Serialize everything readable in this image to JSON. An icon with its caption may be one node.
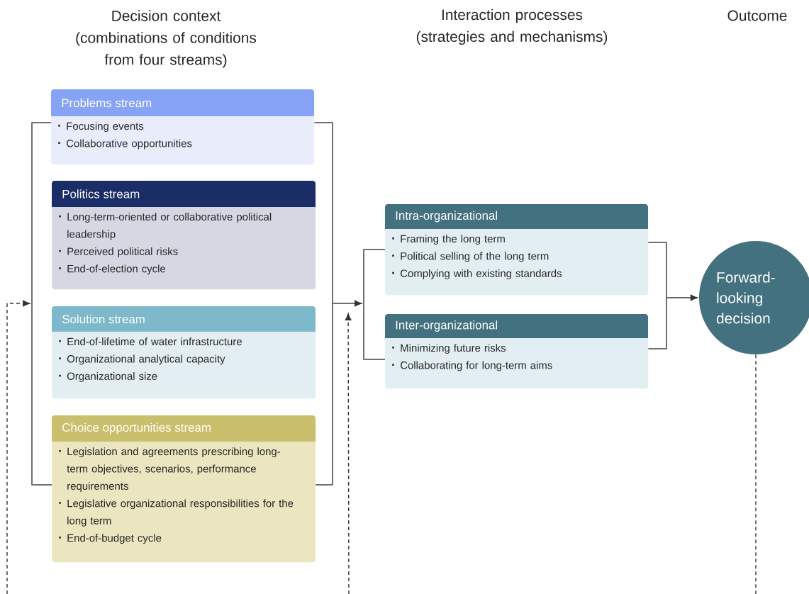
{
  "diagram": {
    "nodes": [
      {
        "text": [
          "Problems stream",
          "Focusing events",
          "Collaborative opportunities"
        ]
      },
      {
        "text": [
          "Politics stream",
          "Long-term-oriented or collaborative political leadership",
          "Perceived political risks",
          "End-of-election cycle"
        ]
      },
      {
        "text": [
          "Solution stream",
          "End-of-lifetime of water infrastructure",
          "Organizational analytical capacity",
          "Organizational size"
        ]
      },
      {
        "text": [
          "Choice opportunities stream",
          "Legislation and agreements prescribing long-term objectives, scenarios, performance requirements",
          "Legislative organizational responsibilities for the long term",
          "End-of-budget cycle"
        ]
      },
      {
        "text": [
          "Intra-organizational",
          "Framing the long term",
          "Political selling of the long term",
          "Complying with existing standards"
        ]
      },
      {
        "text": [
          "Inter-organizational",
          "Minimizing future risks",
          "Collaborating for long-term aims"
        ]
      },
      {
        "text": [
          "Forward-looking decision"
        ]
      },
      {
        "text": [],
        "shape": "bar"
      },
      {
        "text": [],
        "shape": "bar"
      },
      {
        "text": [],
        "shape": "bar"
      },
      {
        "text": [],
        "shape": "bar"
      }
    ],
    "edges": [
      {
        "from": 7,
        "to": 0,
        "arrow": "none"
      },
      {
        "from": 7,
        "to": 3,
        "arrow": "none"
      },
      {
        "from": 0,
        "to": 8,
        "arrow": "none"
      },
      {
        "from": 3,
        "to": 8,
        "arrow": "none"
      },
      {
        "from": 8,
        "to": 9,
        "arrow": "to"
      },
      {
        "from": 9,
        "to": 4,
        "arrow": "none"
      },
      {
        "from": 9,
        "to": 5,
        "arrow": "none"
      },
      {
        "from": 4,
        "to": 10,
        "arrow": "none"
      },
      {
        "from": 5,
        "to": 10,
        "arrow": "none"
      },
      {
        "from": 10,
        "to": 6,
        "arrow": "to"
      },
      {
        "from": 6,
        "to": null,
        "arrow": "none",
        "style": "dashed"
      },
      {
        "from": null,
        "to": 7,
        "arrow": "to",
        "style": "dashed"
      },
      {
        "from": null,
        "to": 9,
        "arrow": "to",
        "style": "dashed"
      }
    ],
    "labels": [
      "Decision context (combinations of conditions from four streams)",
      "Interaction processes (strategies and mechanisms)",
      "Outcome"
    ]
  }
}
